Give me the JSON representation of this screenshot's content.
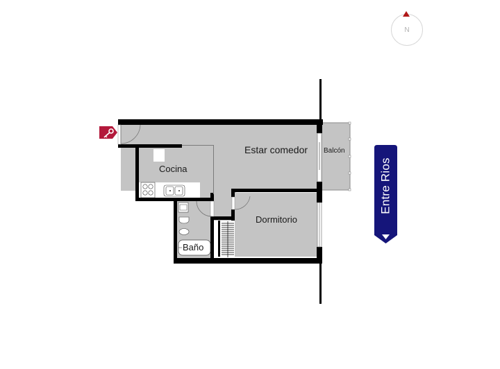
{
  "compass": {
    "label": "N",
    "arrow_color": "#b01818"
  },
  "street": {
    "name": "Entre Rios",
    "color": "#15157a"
  },
  "entrance": {
    "icon": "key-icon",
    "color": "#b3193b"
  },
  "rooms": [
    {
      "id": "estar-comedor",
      "label": "Estar comedor"
    },
    {
      "id": "balcon",
      "label": "Balcón"
    },
    {
      "id": "cocina",
      "label": "Cocina"
    },
    {
      "id": "dormitorio",
      "label": "Dormitorio"
    },
    {
      "id": "bano",
      "label": "Baño"
    }
  ],
  "colors": {
    "floor": "#c4c4c4",
    "wall": "#000000",
    "fixture": "#ffffff"
  }
}
